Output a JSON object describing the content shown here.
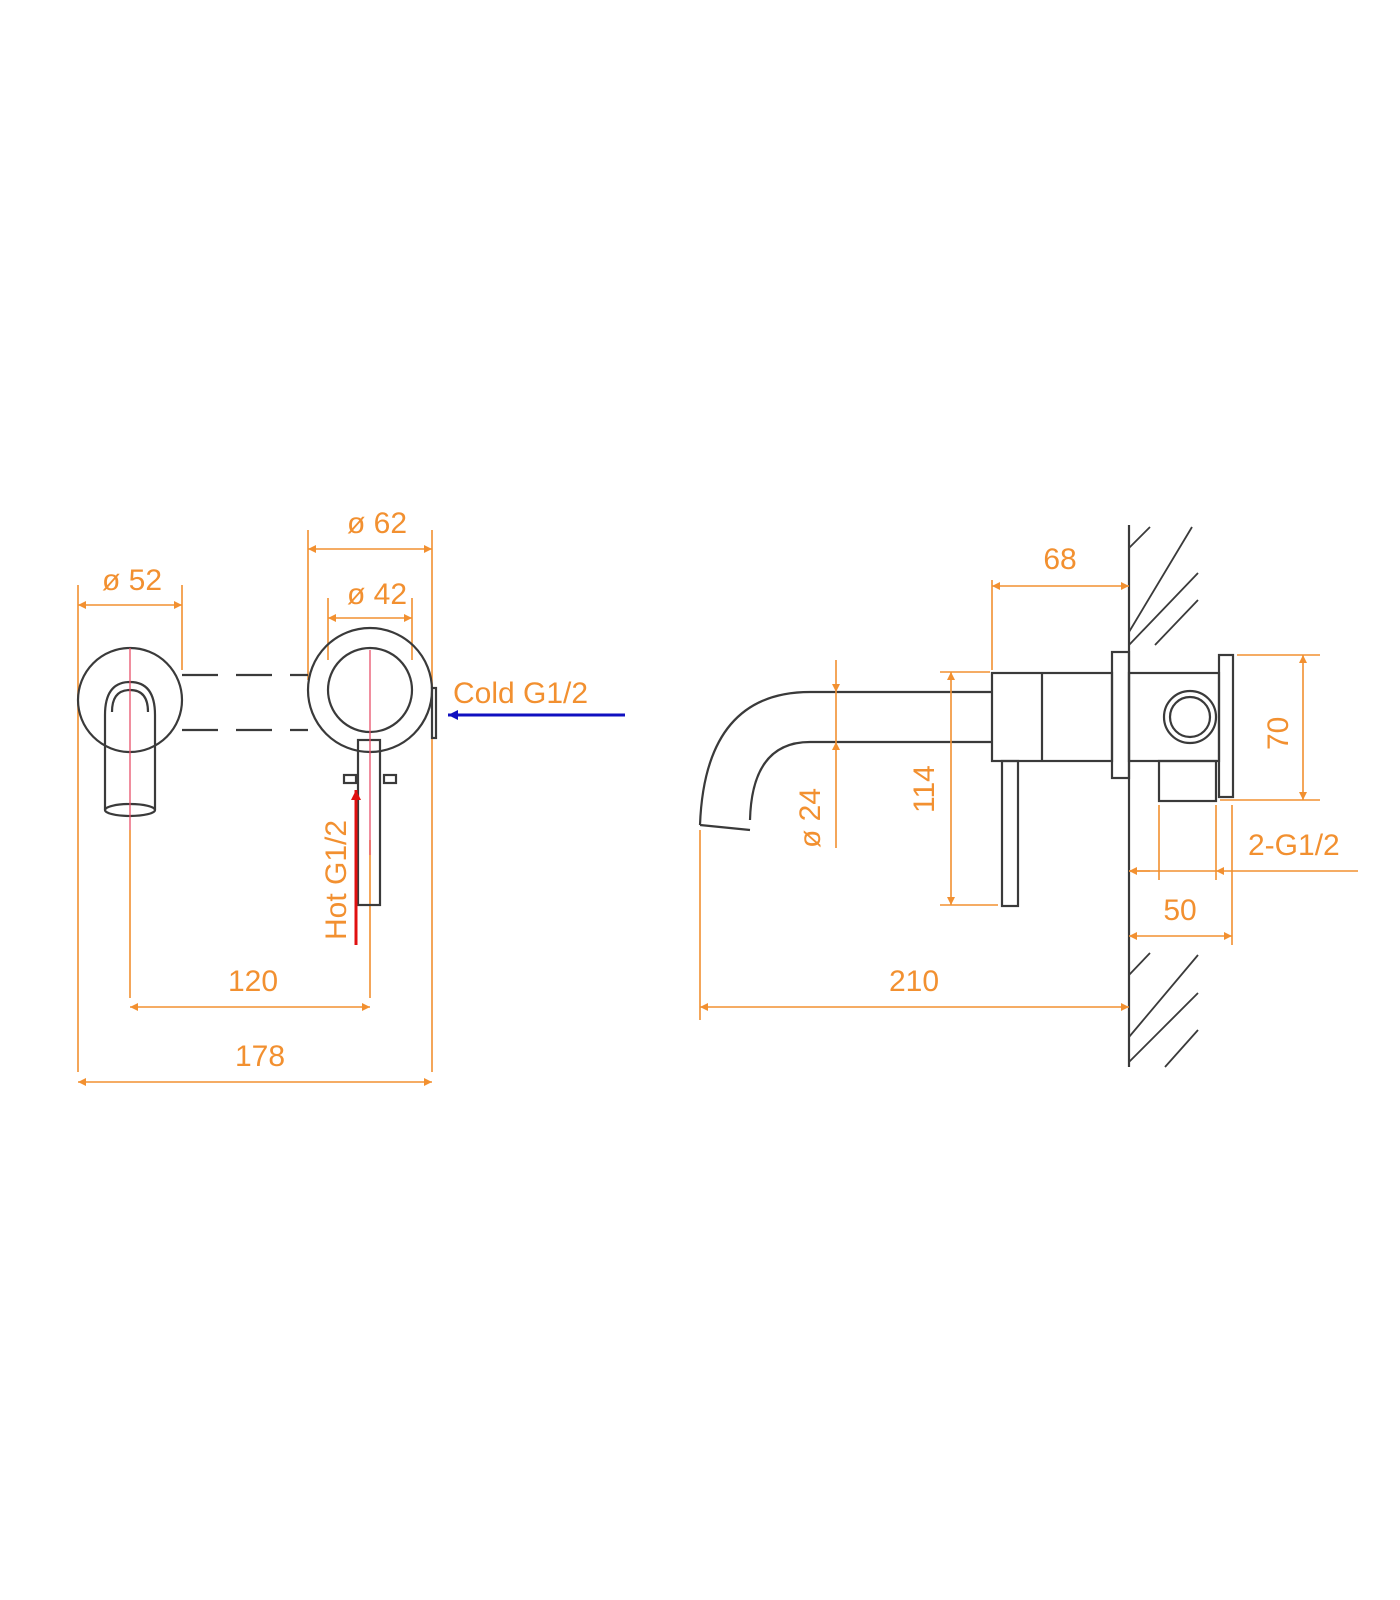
{
  "colors": {
    "dimension": "#f29030",
    "outline": "#3a3a3a",
    "centerline": "#e8506a",
    "hot": "#e01010",
    "cold": "#1010c0"
  },
  "front_view": {
    "dim_escutcheon_spout": "ø 52",
    "dim_escutcheon_valve": "ø 62",
    "dim_handle_base": "ø 42",
    "dim_centers": "120",
    "dim_overall_width": "178",
    "cold_inlet": "Cold G1/2",
    "hot_inlet": "Hot G1/2"
  },
  "side_view": {
    "dim_body_projection": "68",
    "dim_spout_diameter": "ø 24",
    "dim_height": "114",
    "dim_rear_box_height": "70",
    "dim_connections": "2-G1/2",
    "dim_depth": "50",
    "dim_spout_reach": "210"
  }
}
